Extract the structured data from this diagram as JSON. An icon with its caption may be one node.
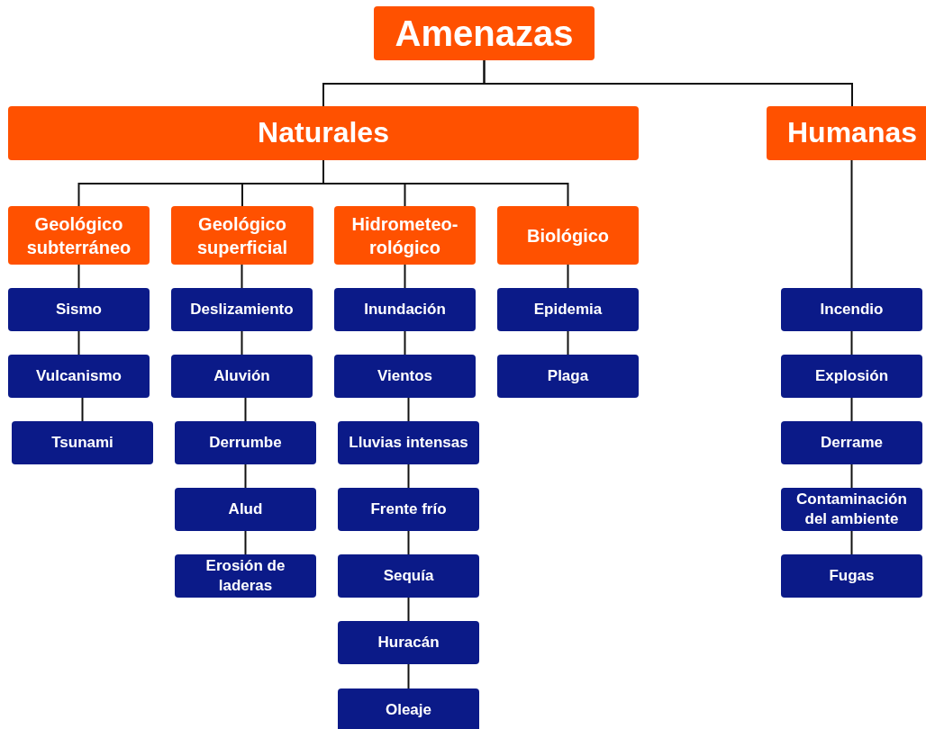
{
  "diagram": {
    "nodes": [
      {
        "text": [
          "Amenazas"
        ]
      },
      {
        "text": [
          "Naturales"
        ]
      },
      {
        "text": [
          "Humanas"
        ]
      },
      {
        "text": [
          "Geológico subterráneo"
        ]
      },
      {
        "text": [
          "Geológico superficial"
        ]
      },
      {
        "text": [
          "Hidrometeo-rológico"
        ]
      },
      {
        "text": [
          "Biológico"
        ]
      },
      {
        "text": [
          "Sismo"
        ]
      },
      {
        "text": [
          "Vulcanismo"
        ]
      },
      {
        "text": [
          "Tsunami"
        ]
      },
      {
        "text": [
          "Deslizamiento"
        ]
      },
      {
        "text": [
          "Aluvión"
        ]
      },
      {
        "text": [
          "Derrumbe"
        ]
      },
      {
        "text": [
          "Alud"
        ]
      },
      {
        "text": [
          "Erosión de laderas"
        ]
      },
      {
        "text": [
          "Inundación"
        ]
      },
      {
        "text": [
          "Vientos"
        ]
      },
      {
        "text": [
          "Lluvias intensas"
        ]
      },
      {
        "text": [
          "Frente frío"
        ]
      },
      {
        "text": [
          "Sequía"
        ]
      },
      {
        "text": [
          "Huracán"
        ]
      },
      {
        "text": [
          "Oleaje"
        ]
      },
      {
        "text": [
          "Epidemia"
        ]
      },
      {
        "text": [
          "Plaga"
        ]
      },
      {
        "text": [
          "Incendio"
        ]
      },
      {
        "text": [
          "Explosión"
        ]
      },
      {
        "text": [
          "Derrame"
        ]
      },
      {
        "text": [
          "Contaminación del ambiente"
        ]
      },
      {
        "text": [
          "Fugas"
        ]
      }
    ],
    "edges": [
      {
        "from": 0,
        "to": 1,
        "arrow": "none"
      },
      {
        "from": 0,
        "to": 2,
        "arrow": "none"
      },
      {
        "from": 1,
        "to": 3,
        "arrow": "none"
      },
      {
        "from": 1,
        "to": 4,
        "arrow": "none"
      },
      {
        "from": 1,
        "to": 5,
        "arrow": "none"
      },
      {
        "from": 1,
        "to": 6,
        "arrow": "none"
      },
      {
        "from": 3,
        "to": 7,
        "arrow": "none"
      },
      {
        "from": 7,
        "to": 8,
        "arrow": "none"
      },
      {
        "from": 8,
        "to": 9,
        "arrow": "none"
      },
      {
        "from": 4,
        "to": 10,
        "arrow": "none"
      },
      {
        "from": 10,
        "to": 11,
        "arrow": "none"
      },
      {
        "from": 11,
        "to": 12,
        "arrow": "none"
      },
      {
        "from": 12,
        "to": 13,
        "arrow": "none"
      },
      {
        "from": 13,
        "to": 14,
        "arrow": "none"
      },
      {
        "from": 5,
        "to": 15,
        "arrow": "none"
      },
      {
        "from": 15,
        "to": 16,
        "arrow": "none"
      },
      {
        "from": 16,
        "to": 17,
        "arrow": "none"
      },
      {
        "from": 17,
        "to": 18,
        "arrow": "none"
      },
      {
        "from": 18,
        "to": 19,
        "arrow": "none"
      },
      {
        "from": 19,
        "to": 20,
        "arrow": "none"
      },
      {
        "from": 20,
        "to": 21,
        "arrow": "none"
      },
      {
        "from": 6,
        "to": 22,
        "arrow": "none"
      },
      {
        "from": 22,
        "to": 23,
        "arrow": "none"
      },
      {
        "from": 2,
        "to": 24,
        "arrow": "none"
      },
      {
        "from": 24,
        "to": 25,
        "arrow": "none"
      },
      {
        "from": 25,
        "to": 26,
        "arrow": "none"
      },
      {
        "from": 26,
        "to": 27,
        "arrow": "none"
      },
      {
        "from": 27,
        "to": 28,
        "arrow": "none"
      }
    ]
  }
}
